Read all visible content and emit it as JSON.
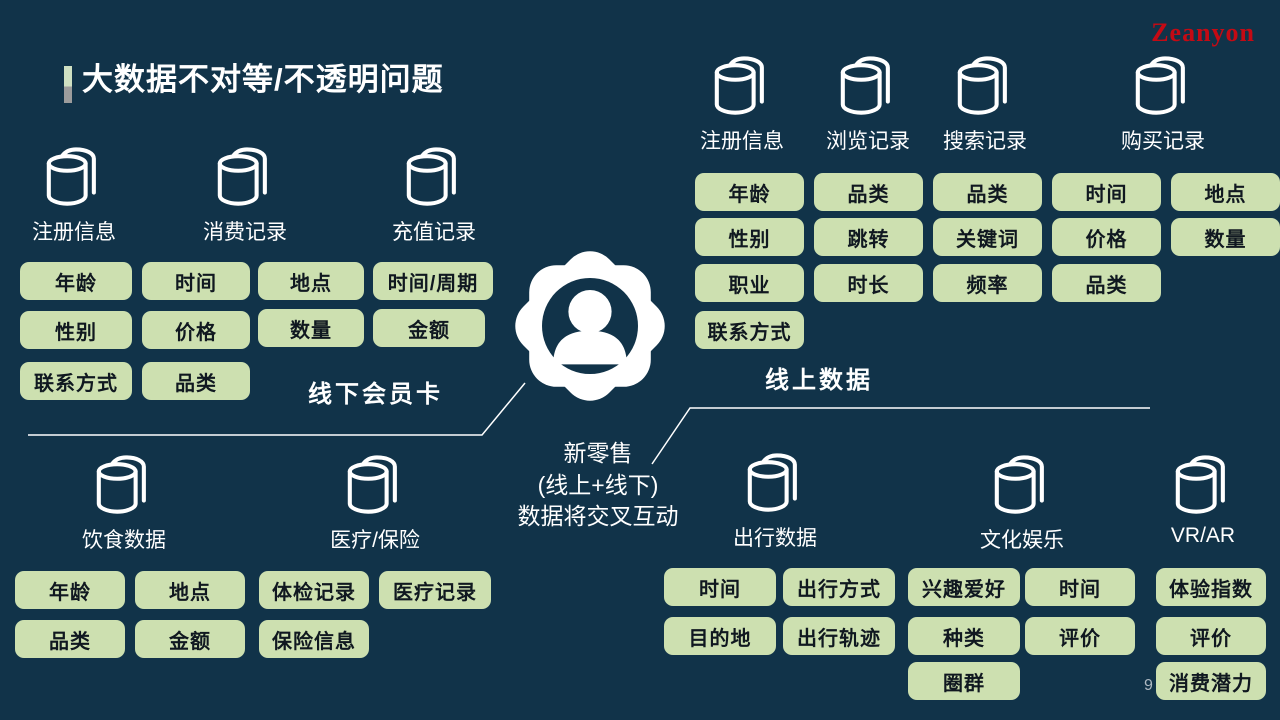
{
  "title": "大数据不对等/不透明问题",
  "brand_logo": "Zeanyon",
  "page_number": "9",
  "colors": {
    "background": "#113349",
    "tag_background": "#cde0b0",
    "tag_text": "#101820",
    "logo_red": "#c40a14",
    "line_and_icon_white": "#ffffff"
  },
  "icons": {
    "database": "database-cylinder-icon",
    "center": "gear-person-icon"
  },
  "center_text": {
    "line1": "新零售",
    "line2": "(线上+线下)",
    "line3": "数据将交叉互动"
  },
  "offline_group": {
    "label": "线下会员卡",
    "databases": [
      "注册信息",
      "消费记录",
      "充值记录"
    ],
    "tags": [
      "年龄",
      "时间",
      "地点",
      "时间/周期",
      "性别",
      "价格",
      "数量",
      "金额",
      "联系方式",
      "品类"
    ]
  },
  "online_group": {
    "label": "线上数据",
    "databases": [
      "注册信息",
      "浏览记录",
      "搜索记录",
      "购买记录"
    ],
    "tags": [
      "年龄",
      "品类",
      "品类",
      "时间",
      "地点",
      "性别",
      "跳转",
      "关键词",
      "价格",
      "数量",
      "职业",
      "时长",
      "频率",
      "品类",
      "联系方式"
    ]
  },
  "food_group": {
    "label": "饮食数据",
    "tags": [
      "年龄",
      "地点",
      "品类",
      "金额"
    ]
  },
  "medical_group": {
    "label": "医疗/保险",
    "tags": [
      "体检记录",
      "医疗记录",
      "保险信息"
    ]
  },
  "travel_group": {
    "label": "出行数据",
    "tags": [
      "时间",
      "出行方式",
      "目的地",
      "出行轨迹"
    ]
  },
  "culture_group": {
    "label": "文化娱乐",
    "tags": [
      "兴趣爱好",
      "时间",
      "种类",
      "评价",
      "圈群"
    ]
  },
  "vr_group": {
    "label": "VR/AR",
    "tags": [
      "体验指数",
      "评价",
      "消费潜力"
    ]
  }
}
